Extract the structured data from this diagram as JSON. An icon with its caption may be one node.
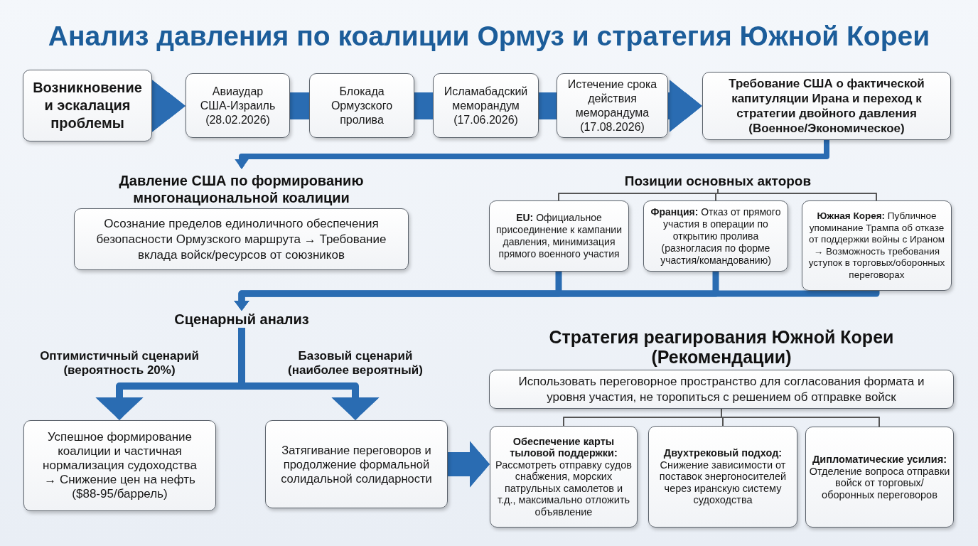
{
  "diagram": {
    "title": "Анализ давления по коалиции Ормуз и стратегия Южной Кореи",
    "nodes": [
      {
        "text": [
          "Возникновение и эскалация проблемы"
        ]
      },
      {
        "text": [
          "Авиаудар США-Израиль (28.02.2026)"
        ]
      },
      {
        "text": [
          "Блокада Ормузского пролива"
        ]
      },
      {
        "text": [
          "Исламабадский меморандум (17.06.2026)"
        ]
      },
      {
        "text": [
          "Истечение срока действия меморандума (17.08.2026)"
        ]
      },
      {
        "text": [
          "Требование США о фактической капитуляции Ирана и переход к стратегии двойного давления (Военное/Экономическое)"
        ]
      },
      {
        "text": [
          "Давление США по формированию многонациональной коалиции",
          "Осознание пределов единоличного обеспечения безопасности Ормузского маршрута → Требование вклада войск/ресурсов от союзников"
        ]
      },
      {
        "text": [
          "Позиции основных акторов"
        ]
      },
      {
        "text": [
          "**EU:** Официальное присоединение к кампании давления, минимизация прямого военного участия"
        ]
      },
      {
        "text": [
          "**Франция:** Отказ от прямого участия в операции по открытию пролива (разногласия по форме участия/командованию)"
        ]
      },
      {
        "text": [
          "**Южная Корея:** Публичное упоминание Трампа об отказе от поддержки войны с Ираном → Возможность требования уступок в торговых/оборонных переговорах"
        ]
      },
      {
        "text": [
          "Сценарный анализ"
        ]
      },
      {
        "text": [
          "Успешное формирование коалиции и частичная нормализация судоходства → Снижение цен на нефть ($88-95/баррель)"
        ]
      },
      {
        "text": [
          "Затягивание переговоров и продолжение формальной солидальной солидарности"
        ]
      },
      {
        "text": [
          "Стратегия реагирования Южной Кореи (Рекомендации)",
          "Использовать переговорное пространство для согласования формата и уровня участия, не торопиться с решением об отправке войск"
        ]
      },
      {
        "text": [
          "Обеспечение карты тыловой поддержки:",
          "Рассмотреть отправку судов снабжения, морских патрульных самолетов и т.д., максимально отложить объявление"
        ]
      },
      {
        "text": [
          "Двухтрековый подход:",
          "Снижение зависимости от поставок энергоносителей через иранскую систему судоходства"
        ]
      },
      {
        "text": [
          "Дипломатические усилия:",
          "Отделение вопроса отправки войск от торговых/оборонных переговоров"
        ]
      }
    ],
    "edges": [
      {
        "from": 0,
        "to": 1,
        "arrow": "to",
        "style": "thick"
      },
      {
        "from": 1,
        "to": 2,
        "arrow": "none",
        "style": "thick"
      },
      {
        "from": 2,
        "to": 3,
        "arrow": "none",
        "style": "thick"
      },
      {
        "from": 3,
        "to": 4,
        "arrow": "none",
        "style": "thick"
      },
      {
        "from": 4,
        "to": 5,
        "arrow": "to",
        "style": "thick"
      },
      {
        "from": 5,
        "to": 6,
        "arrow": "to"
      },
      {
        "from": 7,
        "to": 8,
        "arrow": "none",
        "color": "#555555"
      },
      {
        "from": 7,
        "to": 9,
        "arrow": "none",
        "color": "#555555"
      },
      {
        "from": 7,
        "to": 10,
        "arrow": "none",
        "color": "#555555"
      },
      {
        "from": 8,
        "to": 11,
        "arrow": "to"
      },
      {
        "from": 9,
        "to": 11,
        "arrow": "to"
      },
      {
        "from": 10,
        "to": 11,
        "arrow": "to"
      },
      {
        "from": 11,
        "to": 12,
        "arrow": "to"
      },
      {
        "from": 11,
        "to": 13,
        "arrow": "to"
      },
      {
        "from": 13,
        "to": 15,
        "arrow": "to",
        "style": "thick"
      },
      {
        "from": 14,
        "to": 15,
        "arrow": "none",
        "color": "#555555"
      },
      {
        "from": 14,
        "to": 16,
        "arrow": "none",
        "color": "#555555"
      },
      {
        "from": 14,
        "to": 17,
        "arrow": "none",
        "color": "#555555"
      }
    ],
    "labels": [
      "Оптимистичный сценарий (вероятность 20%)",
      "Базовый сценарий (наиболее вероятный)"
    ]
  }
}
